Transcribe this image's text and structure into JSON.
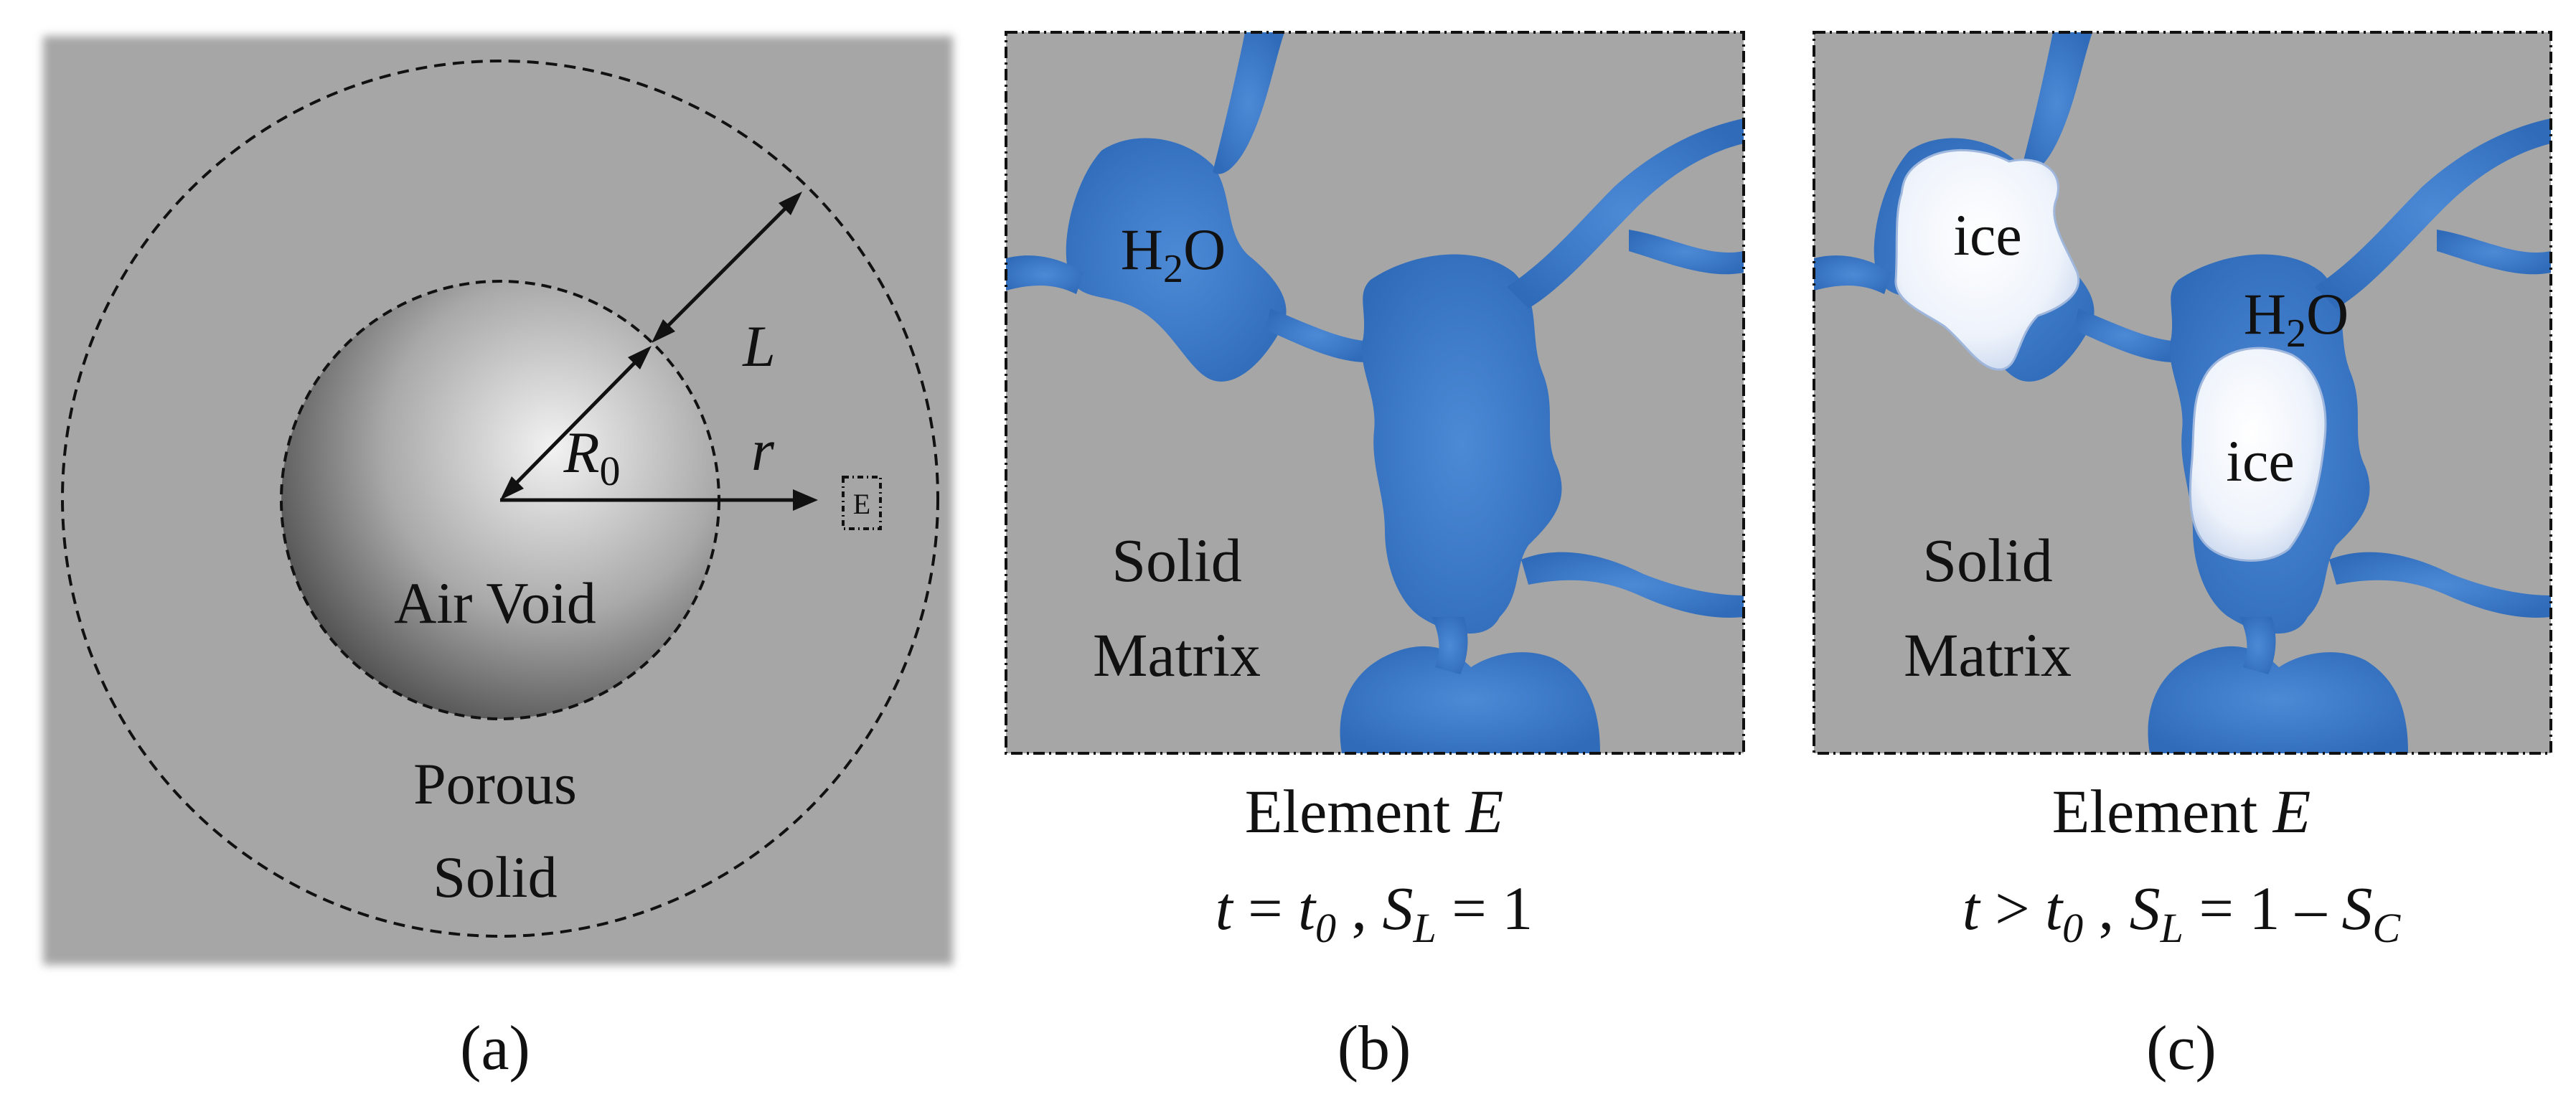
{
  "panel_a": {
    "void_label": "Air Void",
    "porous_label_line1": "Porous",
    "porous_label_line2": "Solid",
    "L_label": "L",
    "R_label": "R",
    "R_sub": "0",
    "r_label": "r",
    "element_box_label": "E",
    "caption": "(a)"
  },
  "panel_b": {
    "water_label": "H",
    "water_sub": "2",
    "water_tail": "O",
    "solid_line1": "Solid",
    "solid_line2": "Matrix",
    "title_prefix": "Element ",
    "title_var": "E",
    "cond_t": "t",
    "cond_eq": " = ",
    "cond_t0": "t",
    "cond_t0_sub": "0",
    "cond_sep": " , ",
    "cond_S": "S",
    "cond_S_sub": "L",
    "cond_rhs": " = 1",
    "caption": "(b)"
  },
  "panel_c": {
    "ice1_label": "ice",
    "ice2_label": "ice",
    "water_label": "H",
    "water_sub": "2",
    "water_tail": "O",
    "solid_line1": "Solid",
    "solid_line2": "Matrix",
    "title_prefix": "Element ",
    "title_var": "E",
    "cond_t": "t",
    "cond_gt": " > ",
    "cond_t0": "t",
    "cond_t0_sub": "0",
    "cond_sep": " , ",
    "cond_S": "S",
    "cond_S_sub": "L",
    "cond_mid": " = 1 – ",
    "cond_S2": "S",
    "cond_S2_sub": "C",
    "caption": "(c)"
  },
  "colors": {
    "matrix_gray": "#a6a6a6",
    "water_blue": "#3f7fcf",
    "ice_white": "#eef3fb"
  }
}
